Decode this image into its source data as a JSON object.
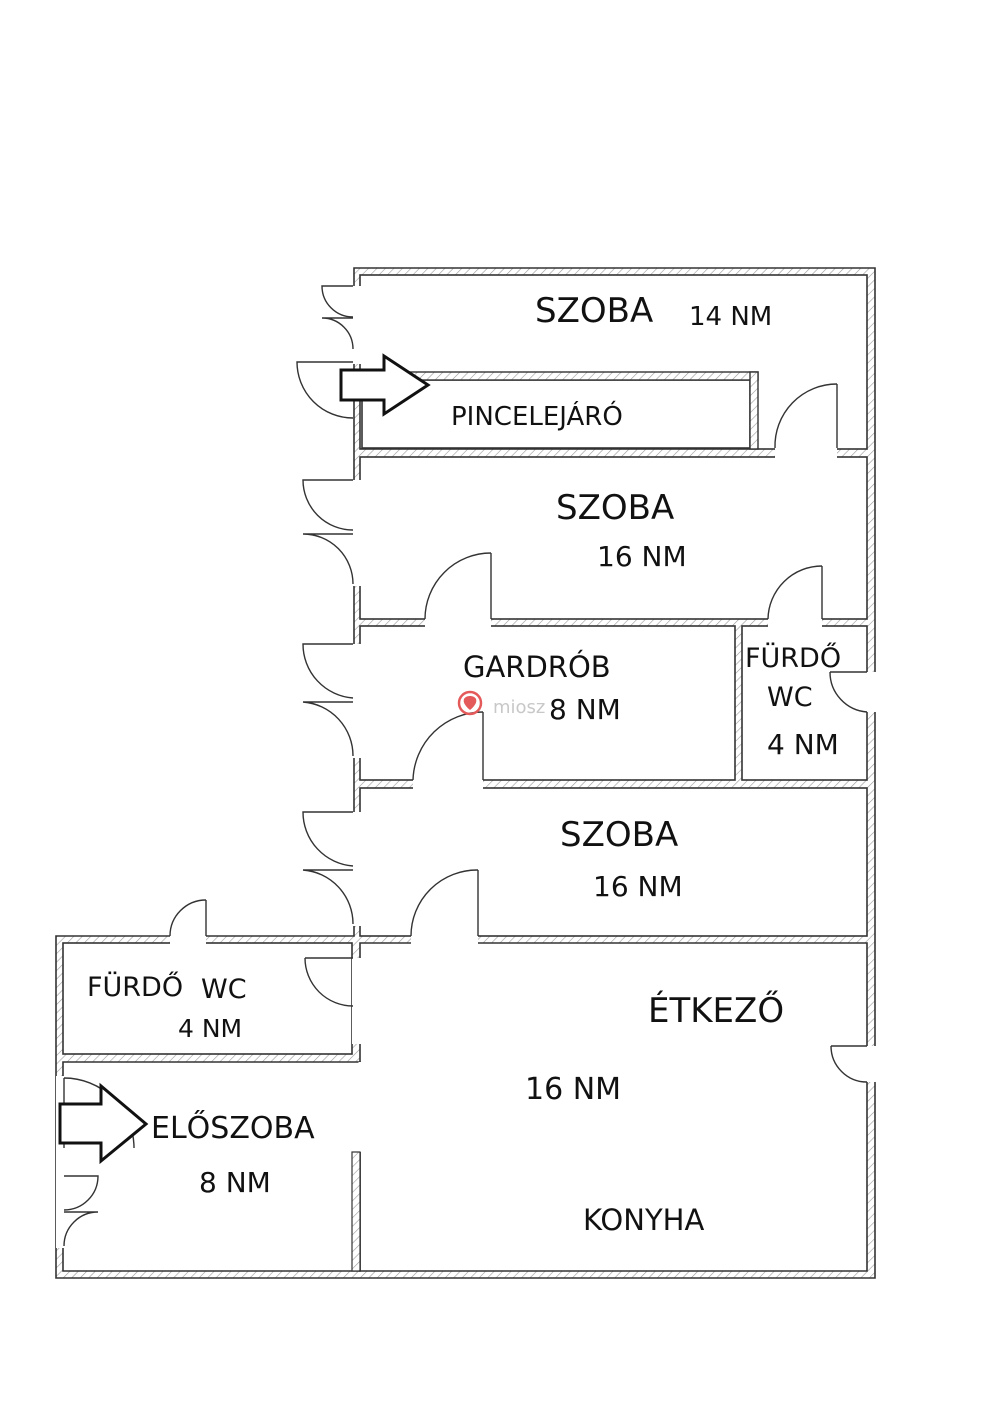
{
  "colors": {
    "wall_stroke": "#333333",
    "wall_hatch": "#9a9a9a",
    "label_text": "#111111",
    "watermark": "#e45a5a"
  },
  "watermark": {
    "icon": "miosz-logo-icon",
    "text": "miosz"
  },
  "rooms": {
    "szoba_top": {
      "name": "SZOBA",
      "area": "14 NM"
    },
    "pincelejaro": {
      "name": "PINCELEJÁRÓ"
    },
    "szoba_middle": {
      "name": "SZOBA",
      "area": "16 NM"
    },
    "gardrob": {
      "name": "GARDRÓB",
      "area": "8 NM"
    },
    "furdo_right": {
      "name": "FÜRDŐ",
      "sub": "WC",
      "area": "4 NM"
    },
    "szoba_lower": {
      "name": "SZOBA",
      "area": "16 NM"
    },
    "furdo_left": {
      "name": "FÜRDŐ",
      "sub": "WC",
      "area": "4 NM"
    },
    "etkezo": {
      "name": "ÉTKEZŐ",
      "area": "16 NM"
    },
    "eloszoba": {
      "name": "ELŐSZOBA",
      "area": "8 NM"
    },
    "konyha": {
      "name": "KONYHA"
    }
  },
  "arrows": [
    "entrance-arrow-icon",
    "basement-arrow-icon"
  ]
}
